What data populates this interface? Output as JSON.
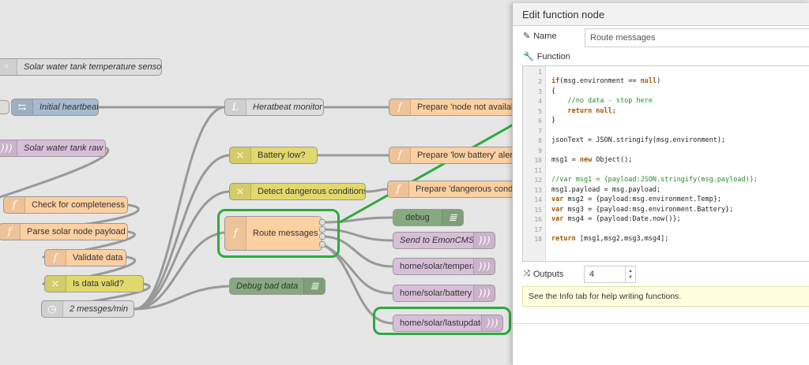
{
  "flow": {
    "nodes": {
      "sensor": "Solar water tank temperature sensor",
      "heartbeat": "Initial heartbeat",
      "raw": "Solar water tank raw",
      "completeness": "Check for completeness",
      "parse": "Parse solar node payload",
      "validate": "Validate data",
      "valid": "Is data valid?",
      "rate": "2 messges/min",
      "monitor": "Heratbeat monitor",
      "battery": "Battery low?",
      "danger": "Detect dangerous conditions",
      "route": "Route messages",
      "debug_bad": "Debug bad data",
      "not_avail": "Prepare 'node not available'",
      "low_batt": "Prepare 'low battery' alert",
      "danger_alert": "Prepare 'dangerous conditions'",
      "debug": "debug",
      "emon": "Send to EmonCMS",
      "temp": "home/solar/temperature",
      "battery_topic": "home/solar/battery",
      "lastupdate": "home/solar/lastupdate"
    }
  },
  "panel": {
    "title": "Edit function node",
    "name_label": "Name",
    "name_value": "Route messages",
    "function_label": "Function",
    "outputs_label": "Outputs",
    "outputs_value": "4",
    "tip": "See the Info tab for help writing functions.",
    "line_numbers": [
      "1",
      "2",
      "3",
      "4",
      "5",
      "6",
      "7",
      "8",
      "9",
      "10",
      "11",
      "12",
      "13",
      "14",
      "15",
      "16",
      "17",
      "18"
    ]
  },
  "colors": {
    "highlight": "#2eaa3f",
    "function_node": "#fdd0a2",
    "switch_node": "#e2d96e",
    "debug_node": "#87a980",
    "mqtt_node": "#d8bfd8"
  }
}
